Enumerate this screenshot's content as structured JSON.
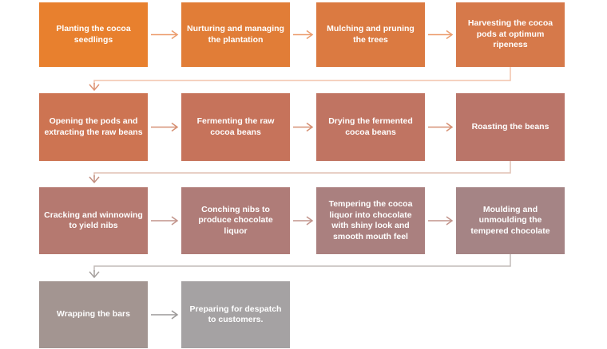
{
  "flowchart": {
    "background": "#FFFFFF",
    "text_color": "#FFFFFF",
    "rows": [
      {
        "boxes": [
          {
            "label": "Planting the cocoa seedlings",
            "fill": "#E8802E"
          },
          {
            "label": "Nurturing and managing the plantation",
            "fill": "#E17D37"
          },
          {
            "label": "Mulching and pruning the trees",
            "fill": "#DB7A41"
          },
          {
            "label": "Harvesting the cocoa pods at optimum ripeness",
            "fill": "#D6794A"
          }
        ],
        "arrow_color": "#EC9C6D"
      },
      {
        "boxes": [
          {
            "label": "Opening the pods and extracting the raw beans",
            "fill": "#CD7452"
          },
          {
            "label": "Fermenting the raw cocoa beans",
            "fill": "#C6735B"
          },
          {
            "label": "Drying the fermented cocoa beans",
            "fill": "#C07462"
          },
          {
            "label": "Roasting the beans",
            "fill": "#BA7569"
          }
        ],
        "arrow_color": "#D69073"
      },
      {
        "boxes": [
          {
            "label": "Cracking and winnowing to yield nibs",
            "fill": "#B57970"
          },
          {
            "label": "Conching nibs to produce chocolate liquor",
            "fill": "#AF7C78"
          },
          {
            "label": "Tempering the cocoa liquor into chocolate with shiny look and smooth mouth feel",
            "fill": "#AA807F"
          },
          {
            "label": "Moulding and unmoulding the tempered chocolate",
            "fill": "#A58485"
          }
        ],
        "arrow_color": "#C2948B"
      },
      {
        "boxes": [
          {
            "label": "Wrapping the bars",
            "fill": "#A39591"
          },
          {
            "label": "Preparing for despatch to customers.",
            "fill": "#A5A2A3"
          }
        ],
        "arrow_color": "#9C9998"
      }
    ],
    "wrap_connectors": [
      {
        "line": "#F2C3AB",
        "head": "#DE9373"
      },
      {
        "line": "#E0C0B4",
        "head": "#C28F80"
      },
      {
        "line": "#C2BBB8",
        "head": "#A5A09D"
      }
    ]
  }
}
